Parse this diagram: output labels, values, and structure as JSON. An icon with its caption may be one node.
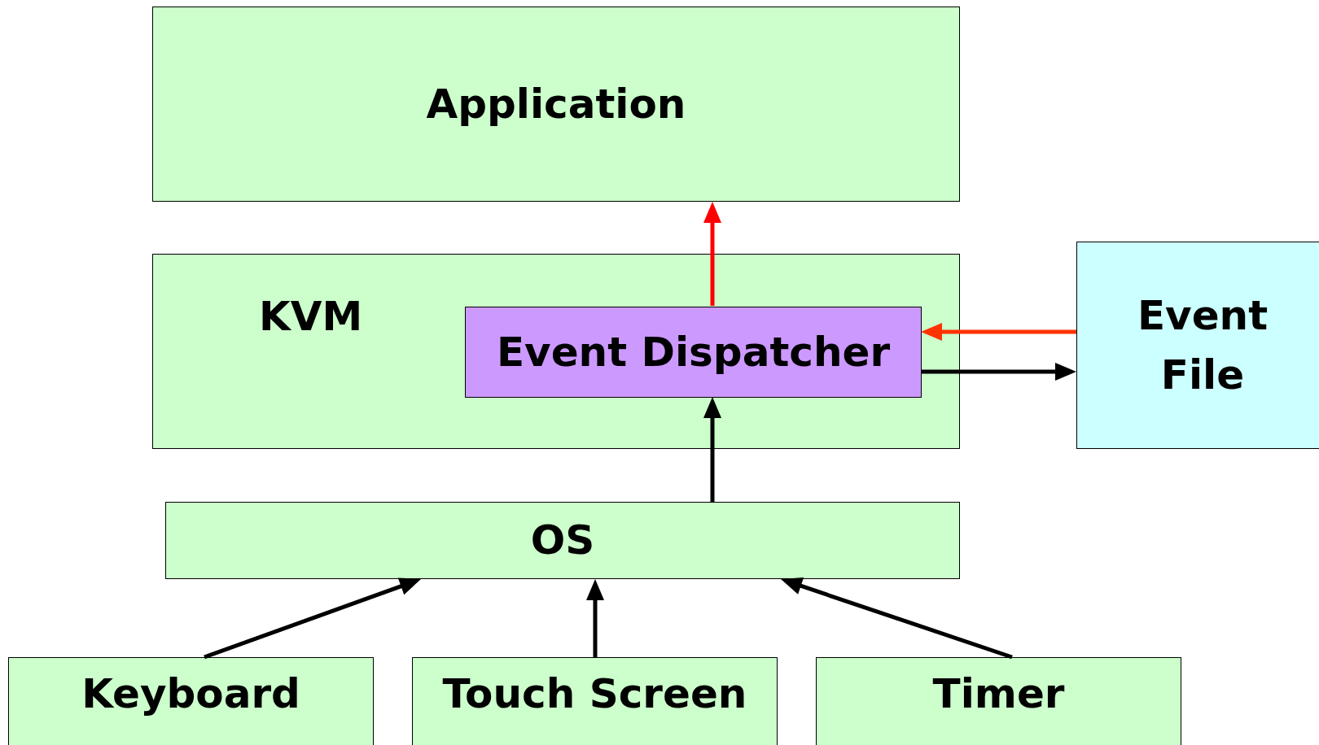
{
  "diagram": {
    "nodes": [
      {
        "text": [
          "Application"
        ]
      },
      {
        "text": [
          "KVM"
        ]
      },
      {
        "text": [
          "Event Dispatcher"
        ],
        "in": 1
      },
      {
        "text": [
          "Event File"
        ]
      },
      {
        "text": [
          "OS"
        ]
      },
      {
        "text": [
          "Keyboard"
        ]
      },
      {
        "text": [
          "Touch Screen"
        ]
      },
      {
        "text": [
          "Timer"
        ]
      }
    ],
    "edges": [
      {
        "from": 5,
        "to": 4,
        "arrow": "to"
      },
      {
        "from": 6,
        "to": 4,
        "arrow": "to"
      },
      {
        "from": 7,
        "to": 4,
        "arrow": "to"
      },
      {
        "from": 4,
        "to": 2,
        "arrow": "to"
      },
      {
        "from": 2,
        "to": 0,
        "arrow": "to",
        "color": "#ff0000"
      },
      {
        "from": 3,
        "to": 2,
        "arrow": "to",
        "color": "#ff3300"
      },
      {
        "from": 2,
        "to": 3,
        "arrow": "to"
      }
    ]
  }
}
